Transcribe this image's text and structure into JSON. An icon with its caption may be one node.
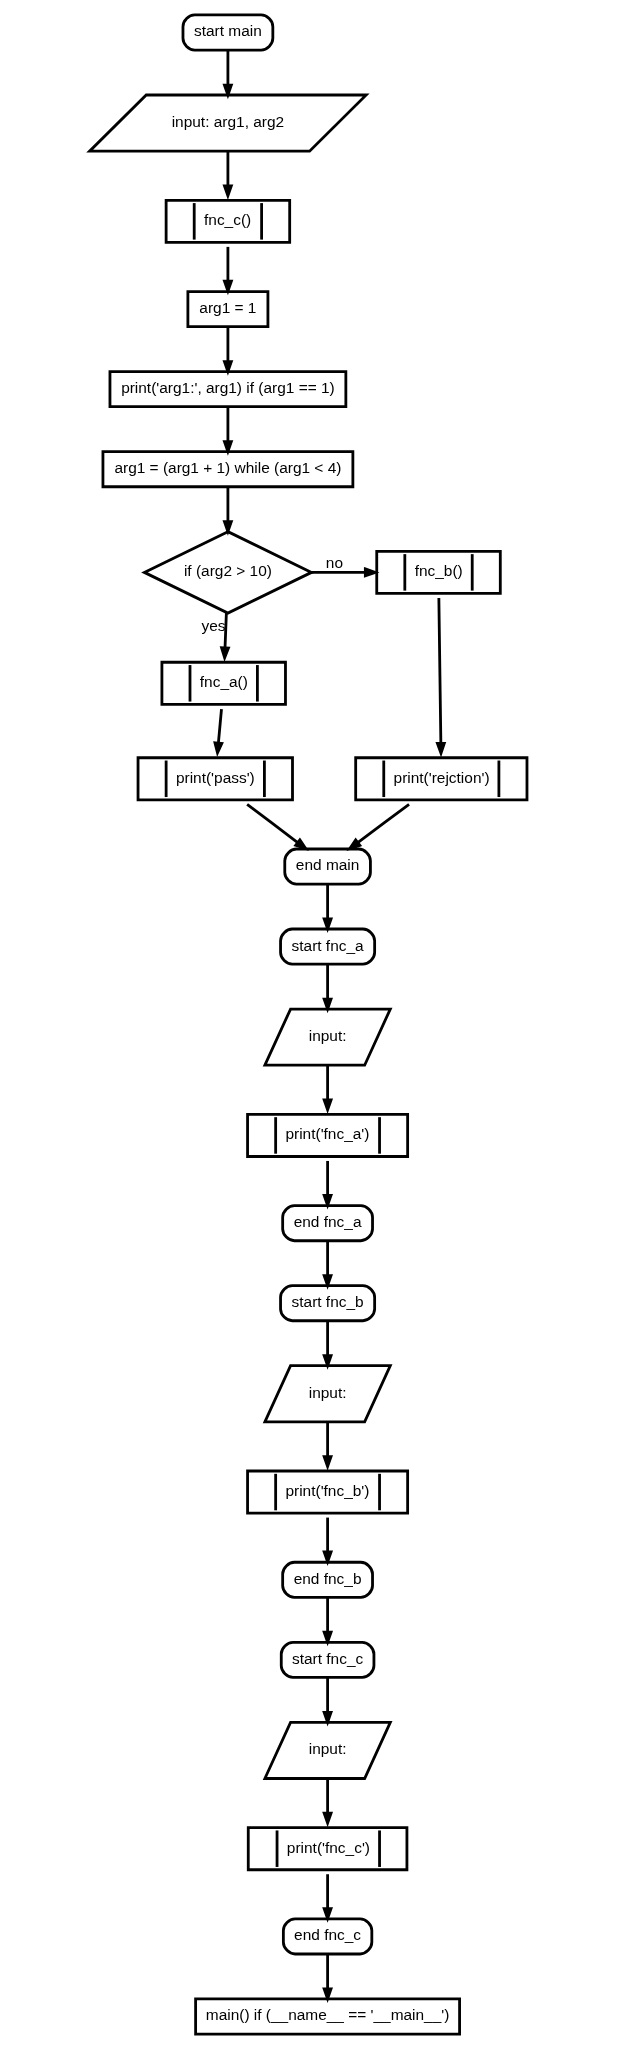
{
  "diagram": {
    "nodes": [
      {
        "text": [
          "start main"
        ]
      },
      {
        "text": [
          "input: arg1, arg2"
        ]
      },
      {
        "text": [
          "fnc_c()"
        ]
      },
      {
        "text": [
          "arg1 = 1"
        ]
      },
      {
        "text": [
          "print('arg1:', arg1) if (arg1 == 1)"
        ]
      },
      {
        "text": [
          "arg1 = (arg1 + 1) while (arg1 < 4)"
        ]
      },
      {
        "text": [
          "if (arg2 > 10)"
        ]
      },
      {
        "text": [
          "fnc_b()"
        ]
      },
      {
        "text": [
          "fnc_a()"
        ]
      },
      {
        "text": [
          "print('rejction')"
        ]
      },
      {
        "text": [
          "print('pass')"
        ]
      },
      {
        "text": [
          "end main"
        ]
      },
      {
        "text": [
          "start fnc_a"
        ]
      },
      {
        "text": [
          "input:"
        ]
      },
      {
        "text": [
          "print('fnc_a')"
        ]
      },
      {
        "text": [
          "end fnc_a"
        ]
      },
      {
        "text": [
          "start fnc_b"
        ]
      },
      {
        "text": [
          "input:"
        ]
      },
      {
        "text": [
          "print('fnc_b')"
        ]
      },
      {
        "text": [
          "end fnc_b"
        ]
      },
      {
        "text": [
          "start fnc_c"
        ]
      },
      {
        "text": [
          "input:"
        ]
      },
      {
        "text": [
          "print('fnc_c')"
        ]
      },
      {
        "text": [
          "end fnc_c"
        ]
      },
      {
        "text": [
          "main() if (__name__ == '__main__')"
        ]
      }
    ],
    "edges": [
      {
        "from": 0,
        "to": 1,
        "arrow": "to"
      },
      {
        "from": 1,
        "to": 2,
        "arrow": "to"
      },
      {
        "from": 2,
        "to": 3,
        "arrow": "to"
      },
      {
        "from": 3,
        "to": 4,
        "arrow": "to"
      },
      {
        "from": 4,
        "to": 5,
        "arrow": "to"
      },
      {
        "from": 5,
        "to": 6,
        "arrow": "to"
      },
      {
        "from": 6,
        "to": 7,
        "arrow": "to",
        "label": "no"
      },
      {
        "from": 6,
        "to": 8,
        "arrow": "to",
        "label": "yes"
      },
      {
        "from": 7,
        "to": 9,
        "arrow": "to"
      },
      {
        "from": 8,
        "to": 10,
        "arrow": "to"
      },
      {
        "from": 10,
        "to": 11,
        "arrow": "to"
      },
      {
        "from": 9,
        "to": 11,
        "arrow": "to"
      },
      {
        "from": 11,
        "to": 12,
        "arrow": "to"
      },
      {
        "from": 12,
        "to": 13,
        "arrow": "to"
      },
      {
        "from": 13,
        "to": 14,
        "arrow": "to"
      },
      {
        "from": 14,
        "to": 15,
        "arrow": "to"
      },
      {
        "from": 15,
        "to": 16,
        "arrow": "to"
      },
      {
        "from": 16,
        "to": 17,
        "arrow": "to"
      },
      {
        "from": 17,
        "to": 18,
        "arrow": "to"
      },
      {
        "from": 18,
        "to": 19,
        "arrow": "to"
      },
      {
        "from": 19,
        "to": 20,
        "arrow": "to"
      },
      {
        "from": 20,
        "to": 21,
        "arrow": "to"
      },
      {
        "from": 21,
        "to": 22,
        "arrow": "to"
      },
      {
        "from": 22,
        "to": 23,
        "arrow": "to"
      },
      {
        "from": 23,
        "to": 24,
        "arrow": "to"
      }
    ]
  }
}
